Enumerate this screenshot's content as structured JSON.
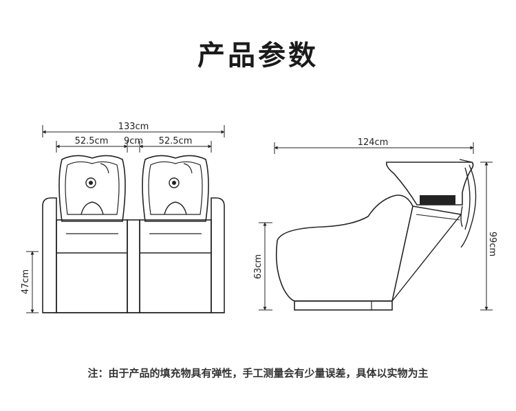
{
  "title": "产品参数",
  "note": "注：由于产品的填充物具有弹性，手工测量会有少量误差，具体以实物为主",
  "front_view": {
    "total_width": "133cm",
    "bowl_width_left": "52.5cm",
    "gap": "9cm",
    "bowl_width_right": "52.5cm",
    "seat_height": "47cm"
  },
  "side_view": {
    "length": "124cm",
    "seat_height": "63cm",
    "total_height": "99cm"
  },
  "colors": {
    "line": "#222222",
    "text": "#222222"
  }
}
